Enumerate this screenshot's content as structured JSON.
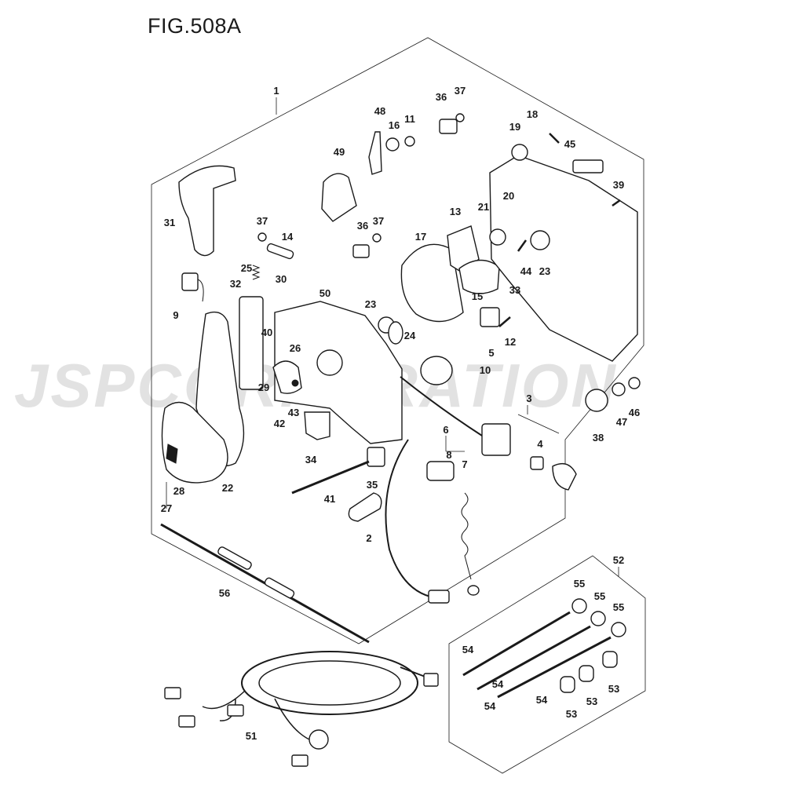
{
  "figure": {
    "title": "FIG.508A",
    "watermark": "JSPCORPORATION"
  },
  "callouts": [
    "1",
    "2",
    "3",
    "4",
    "5",
    "6",
    "7",
    "8",
    "9",
    "10",
    "11",
    "12",
    "13",
    "14",
    "15",
    "16",
    "17",
    "18",
    "19",
    "20",
    "21",
    "22",
    "23",
    "23",
    "24",
    "25",
    "26",
    "27",
    "28",
    "29",
    "30",
    "31",
    "32",
    "33",
    "34",
    "35",
    "36",
    "36",
    "37",
    "37",
    "37",
    "38",
    "39",
    "40",
    "41",
    "42",
    "43",
    "44",
    "45",
    "46",
    "47",
    "48",
    "49",
    "50",
    "51",
    "52",
    "53",
    "53",
    "53",
    "54",
    "54",
    "54",
    "54",
    "55",
    "55",
    "55",
    "56"
  ]
}
